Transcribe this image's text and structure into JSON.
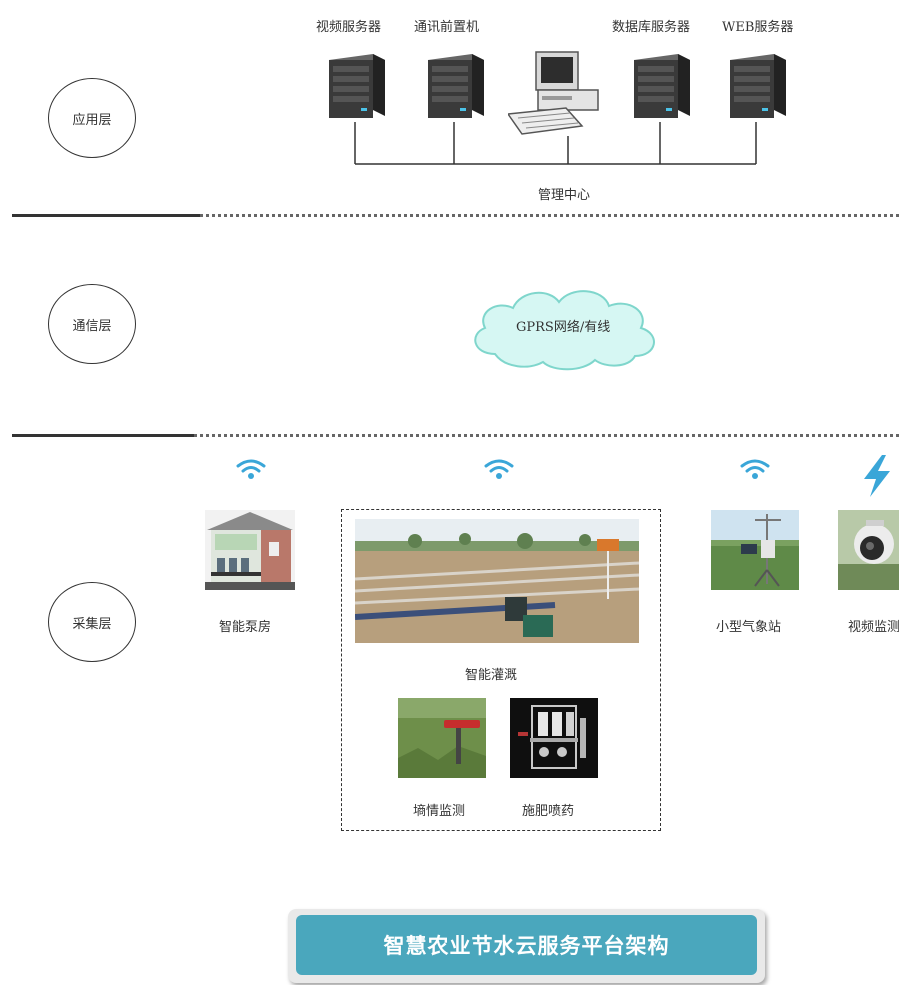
{
  "layers": {
    "application": "应用层",
    "communication": "通信层",
    "collection": "采集层"
  },
  "servers": {
    "video_server": "视频服务器",
    "comm_frontend": "通讯前置机",
    "db_server": "数据库服务器",
    "web_server": "WEB服务器",
    "management_center": "管理中心"
  },
  "network": {
    "cloud_label": "GPRS网络/有线"
  },
  "devices": {
    "pump_room": "智能泵房",
    "irrigation": "智能灌溉",
    "soil_monitoring": "墒情监测",
    "fertilizer": "施肥喷药",
    "weather_station": "小型气象站",
    "video_monitoring": "视频监测"
  },
  "footer": {
    "title": "智慧农业节水云服务平台架构"
  },
  "colors": {
    "wifi": "#3aa6d8",
    "bolt": "#3aa6d8",
    "title_bg": "#4aa7bd",
    "cloud_fill": "#d6f7f3",
    "cloud_stroke": "#7fd6cc"
  },
  "icons": {
    "wifi": "wifi-icon",
    "lightning": "lightning-icon",
    "server": "server-icon",
    "computer": "computer-icon",
    "cloud": "cloud-icon"
  }
}
